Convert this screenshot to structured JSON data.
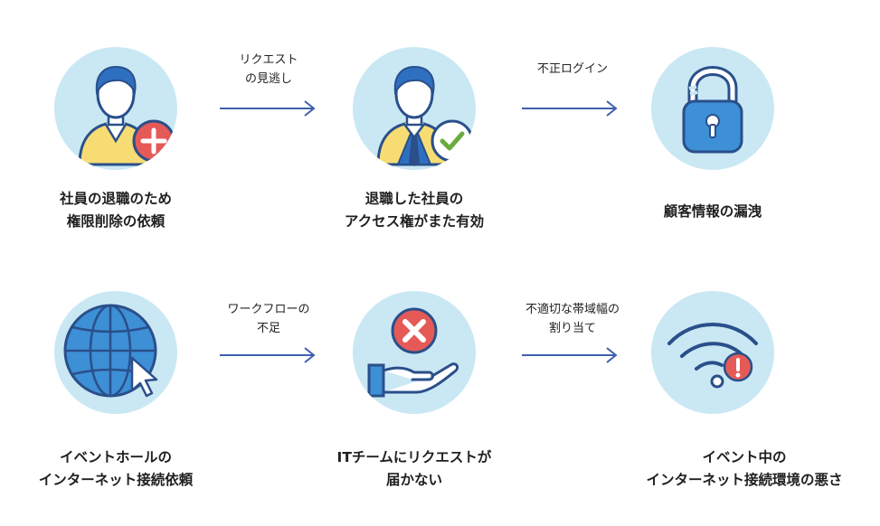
{
  "nodes": [
    {
      "id": "request-revoke",
      "icon": "user-add-icon",
      "lines": [
        "社員の退職のため",
        "権限削除の依頼"
      ]
    },
    {
      "id": "access-valid",
      "icon": "user-approved-icon",
      "lines": [
        "退職した社員の",
        "アクセス権がまた有効"
      ]
    },
    {
      "id": "data-leak",
      "icon": "unlocked-padlock-icon",
      "lines": [
        "顧客情報の漏洩"
      ]
    },
    {
      "id": "event-internet-request",
      "icon": "globe-cursor-icon",
      "lines": [
        "イベントホールの",
        "インターネット接続依頼"
      ]
    },
    {
      "id": "request-not-reached",
      "icon": "hand-cross-icon",
      "lines": [
        "ITチームにリクエストが",
        "届かない"
      ]
    },
    {
      "id": "poor-connection",
      "icon": "wifi-warning-icon",
      "lines": [
        "イベント中の",
        "インターネット接続環境の悪さ"
      ]
    }
  ],
  "edges": [
    {
      "from": "request-revoke",
      "to": "access-valid",
      "lines": [
        "リクエスト",
        "の見逃し"
      ]
    },
    {
      "from": "access-valid",
      "to": "data-leak",
      "lines": [
        "不正ログイン"
      ]
    },
    {
      "from": "event-internet-request",
      "to": "request-not-reached",
      "lines": [
        "ワークフローの",
        "不足"
      ]
    },
    {
      "from": "request-not-reached",
      "to": "poor-connection",
      "lines": [
        "不適切な帯域幅の",
        "割り当て"
      ]
    }
  ],
  "colors": {
    "circle_bg": "#c9e8f4",
    "arrow": "#3f5fb0",
    "badge_red": "#e55a57",
    "badge_green": "#6aab3f",
    "icon_blue": "#3d8fd6",
    "accent_yellow": "#f6dc73",
    "outline": "#2a4f8a"
  }
}
